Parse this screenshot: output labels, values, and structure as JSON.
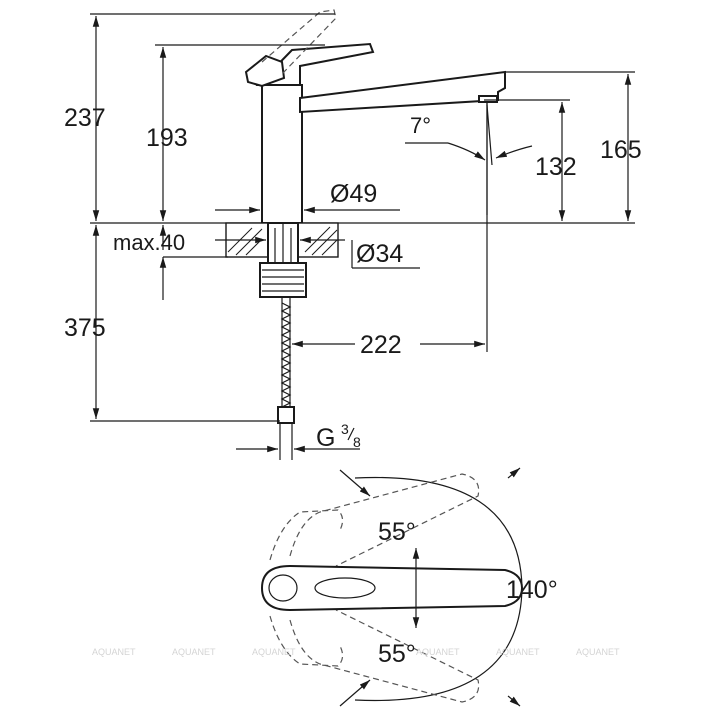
{
  "dimensions": {
    "total_height": "237",
    "body_height": "193",
    "spout_height": "165",
    "outlet_height": "132",
    "spout_angle": "7°",
    "base_diameter": "Ø49",
    "hole_diameter": "Ø34",
    "max_thickness": "max.40",
    "hose_length": "375",
    "reach": "222",
    "thread_prefix": "G",
    "thread_num": "3",
    "thread_den": "8",
    "swivel_up": "55°",
    "swivel_down": "55°",
    "swivel_total": "140°"
  },
  "watermark": "AQUANET"
}
